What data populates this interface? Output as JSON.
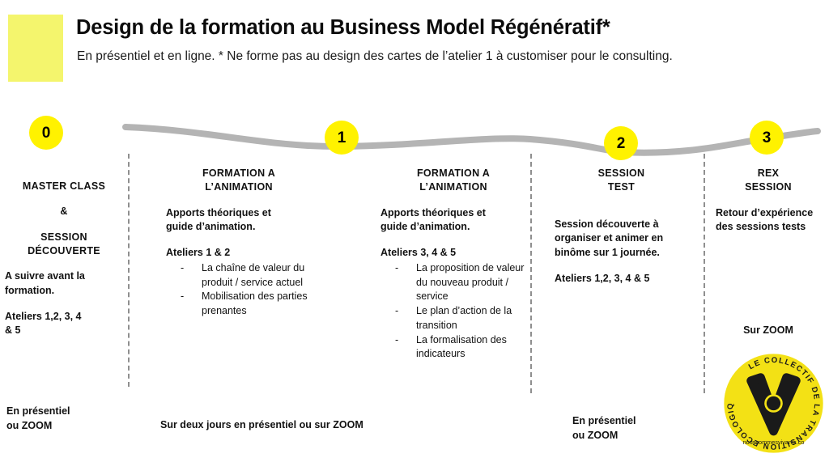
{
  "header": {
    "title": "Design de la formation au Business Model Régénératif*",
    "subtitle": "En présentiel et en ligne. * Ne forme pas au design des cartes de l’atelier 1 à customiser pour le consulting.",
    "accent_color": "#F4F56D"
  },
  "theme": {
    "node_color": "#FFF200",
    "line_color": "#B4B4B4",
    "divider_color": "#8F8F8F",
    "text_color": "#111111"
  },
  "nodes": [
    {
      "label": "0"
    },
    {
      "label": "1"
    },
    {
      "label": "2"
    },
    {
      "label": "3"
    }
  ],
  "columns": [
    {
      "id": "col0",
      "title_lines": [
        "MASTER CLASS",
        "&",
        "SESSION",
        "DÉCOUVERTE"
      ],
      "body_lines": [
        "A suivre avant la",
        "formation."
      ],
      "body_lines_2": [
        "Ateliers 1,2, 3, 4",
        "& 5"
      ],
      "bullets": [],
      "footer_lines": [
        "En présentiel",
        "ou ZOOM"
      ]
    },
    {
      "id": "col1",
      "title_lines": [
        "FORMATION A",
        "L’ANIMATION"
      ],
      "body_lines": [
        "Apports théoriques et",
        "guide d’animation."
      ],
      "body_lines_2": [
        "Ateliers 1 & 2"
      ],
      "bullets": [
        "La chaîne de valeur du produit / service actuel",
        "Mobilisation des parties prenantes"
      ],
      "footer_lines": [
        "Sur deux jours en présentiel ou sur ZOOM"
      ]
    },
    {
      "id": "col2",
      "title_lines": [
        "FORMATION A",
        "L’ANIMATION"
      ],
      "body_lines": [
        "Apports théoriques et",
        "guide d’animation."
      ],
      "body_lines_2": [
        "Ateliers 3, 4 & 5"
      ],
      "bullets": [
        "La proposition de valeur du nouveau produit / service",
        "Le plan d’action de la transition",
        "La formalisation des indicateurs"
      ],
      "footer_lines": []
    },
    {
      "id": "col3",
      "title_lines": [
        "SESSION",
        "TEST"
      ],
      "body_lines": [
        "Session découverte à",
        "organiser et animer en",
        "binôme sur 1 journée."
      ],
      "body_lines_2": [
        "Ateliers 1,2, 3, 4 & 5"
      ],
      "bullets": [],
      "footer_lines": [
        "En présentiel",
        "ou ZOOM"
      ]
    },
    {
      "id": "col4",
      "title_lines": [
        "REX",
        "SESSION"
      ],
      "body_lines": [
        "Retour d’expérience",
        "des sessions tests"
      ],
      "body_lines_2": [],
      "bullets": [],
      "footer_lines": [
        "Sur  ZOOM"
      ]
    }
  ],
  "logo": {
    "ring_text": "LE COLLECTIF DE LA TRANSITION ECOLOGIQUE",
    "website": "noussommesvivants.co",
    "bg_color": "#F3E115",
    "mark_color": "#1A1A1A"
  }
}
